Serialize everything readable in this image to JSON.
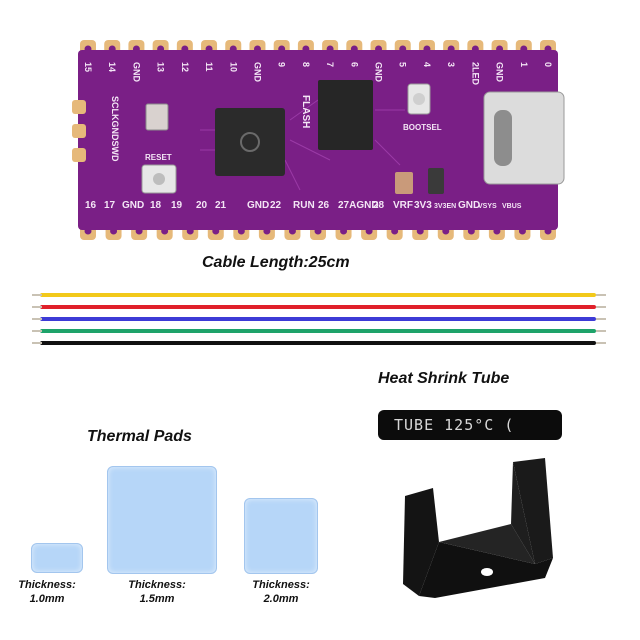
{
  "board": {
    "top_pins": [
      "15",
      "14",
      "GND",
      "13",
      "12",
      "11",
      "10",
      "GND",
      "9",
      "8",
      "7",
      "6",
      "GND",
      "5",
      "4",
      "3",
      "2LED",
      "GND",
      "1",
      "0"
    ],
    "bottom_pins": [
      "16",
      "17",
      "GND",
      "18",
      "19",
      "20",
      "21",
      "GND",
      "22",
      "RUN",
      "26",
      "27AGND",
      "28",
      "VRF",
      "3V3",
      "3V3EN",
      "GND",
      "VSYS",
      "VBUS"
    ],
    "side_label": "SCLKGNDSWD",
    "flash_label": "FLASH",
    "bootsel_label": "BOOTSEL",
    "reset_label": "RESET",
    "colors": {
      "pcb": "#7a1f86",
      "gold": "#e6b97a",
      "chip": "#2b2b2b"
    }
  },
  "cable_caption": "Cable Length:25cm",
  "wires": [
    {
      "color": "#f2c91a",
      "icon": "yellow-wire"
    },
    {
      "color": "#e0202a",
      "icon": "red-wire"
    },
    {
      "color": "#3d3bd6",
      "icon": "blue-wire"
    },
    {
      "color": "#1ea36a",
      "icon": "green-wire"
    },
    {
      "color": "#111111",
      "icon": "black-wire"
    }
  ],
  "heat_shrink": {
    "caption": "Heat Shrink Tube",
    "print": "TUBE 125°C ("
  },
  "thermal": {
    "caption": "Thermal Pads",
    "pads": [
      {
        "label": "Thickness:",
        "value": "1.0mm"
      },
      {
        "label": "Thickness:",
        "value": "1.5mm"
      },
      {
        "label": "Thickness:",
        "value": "2.0mm"
      }
    ]
  }
}
